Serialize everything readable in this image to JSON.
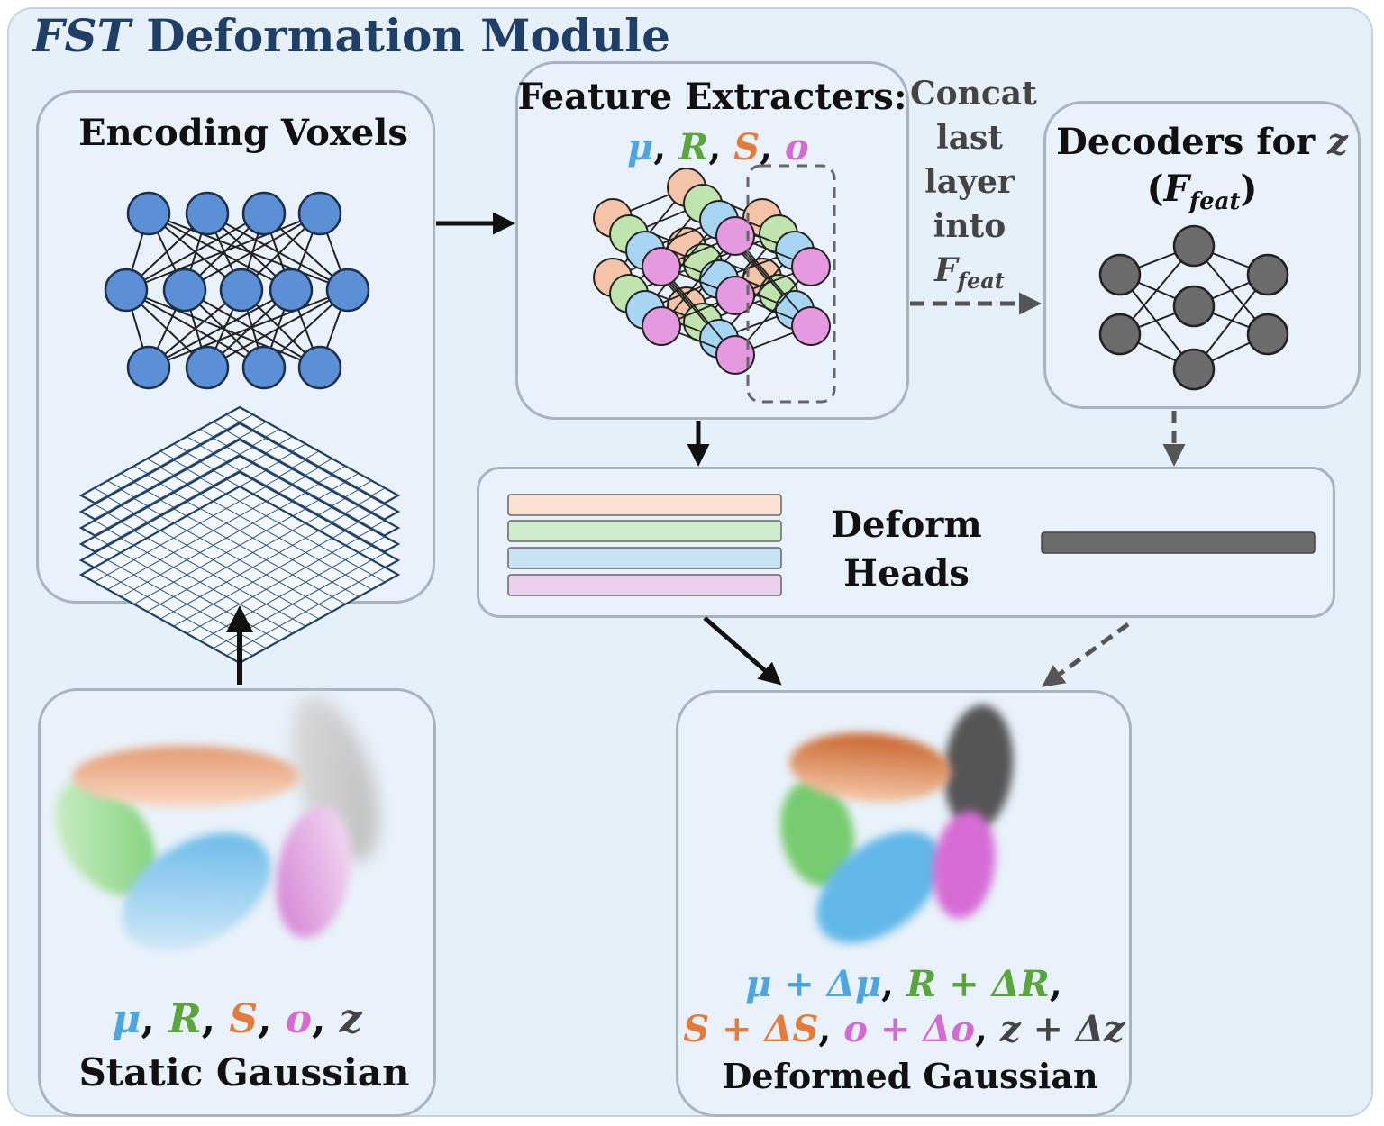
{
  "module": {
    "title_italic": "FST",
    "title_rest": " Deformation Module"
  },
  "encoding": {
    "title": "Encoding Voxels"
  },
  "extractors": {
    "title": "Feature Extracters:",
    "params": [
      "μ",
      "R",
      "S",
      "o"
    ]
  },
  "concat": {
    "lines": [
      "Concat",
      "last",
      "layer",
      "into"
    ],
    "symbol": "F",
    "symbol_sub": "feat"
  },
  "decoders": {
    "title": "Decoders for",
    "title_var": "z",
    "paren_open": "(",
    "symbol": "F",
    "symbol_sub": "feat",
    "paren_close": ")"
  },
  "heads": {
    "line1": "Deform",
    "line2": "Heads"
  },
  "static": {
    "params": [
      "μ",
      "R",
      "S",
      "o",
      "z"
    ],
    "label": "Static Gaussian"
  },
  "deformed": {
    "line1": [
      "μ + Δμ",
      "R + ΔR"
    ],
    "line2": [
      "S + ΔS",
      "o + Δo",
      "z  + Δz"
    ],
    "label": "Deformed Gaussian"
  },
  "colors": {
    "mu": "#4fa6de",
    "R": "#5aa53c",
    "S": "#e47a3c",
    "o": "#d36bd1",
    "z": "#454545",
    "title": "#1f3f66",
    "node_blue": "#5b8fd6",
    "node_gray": "#6b6b6b",
    "bar_orange": "#fbe3d3",
    "bar_green": "#cfeccd",
    "bar_blue": "#c7e2f1",
    "bar_pink": "#ebcfec",
    "bar_gray": "#6b6b6b"
  }
}
